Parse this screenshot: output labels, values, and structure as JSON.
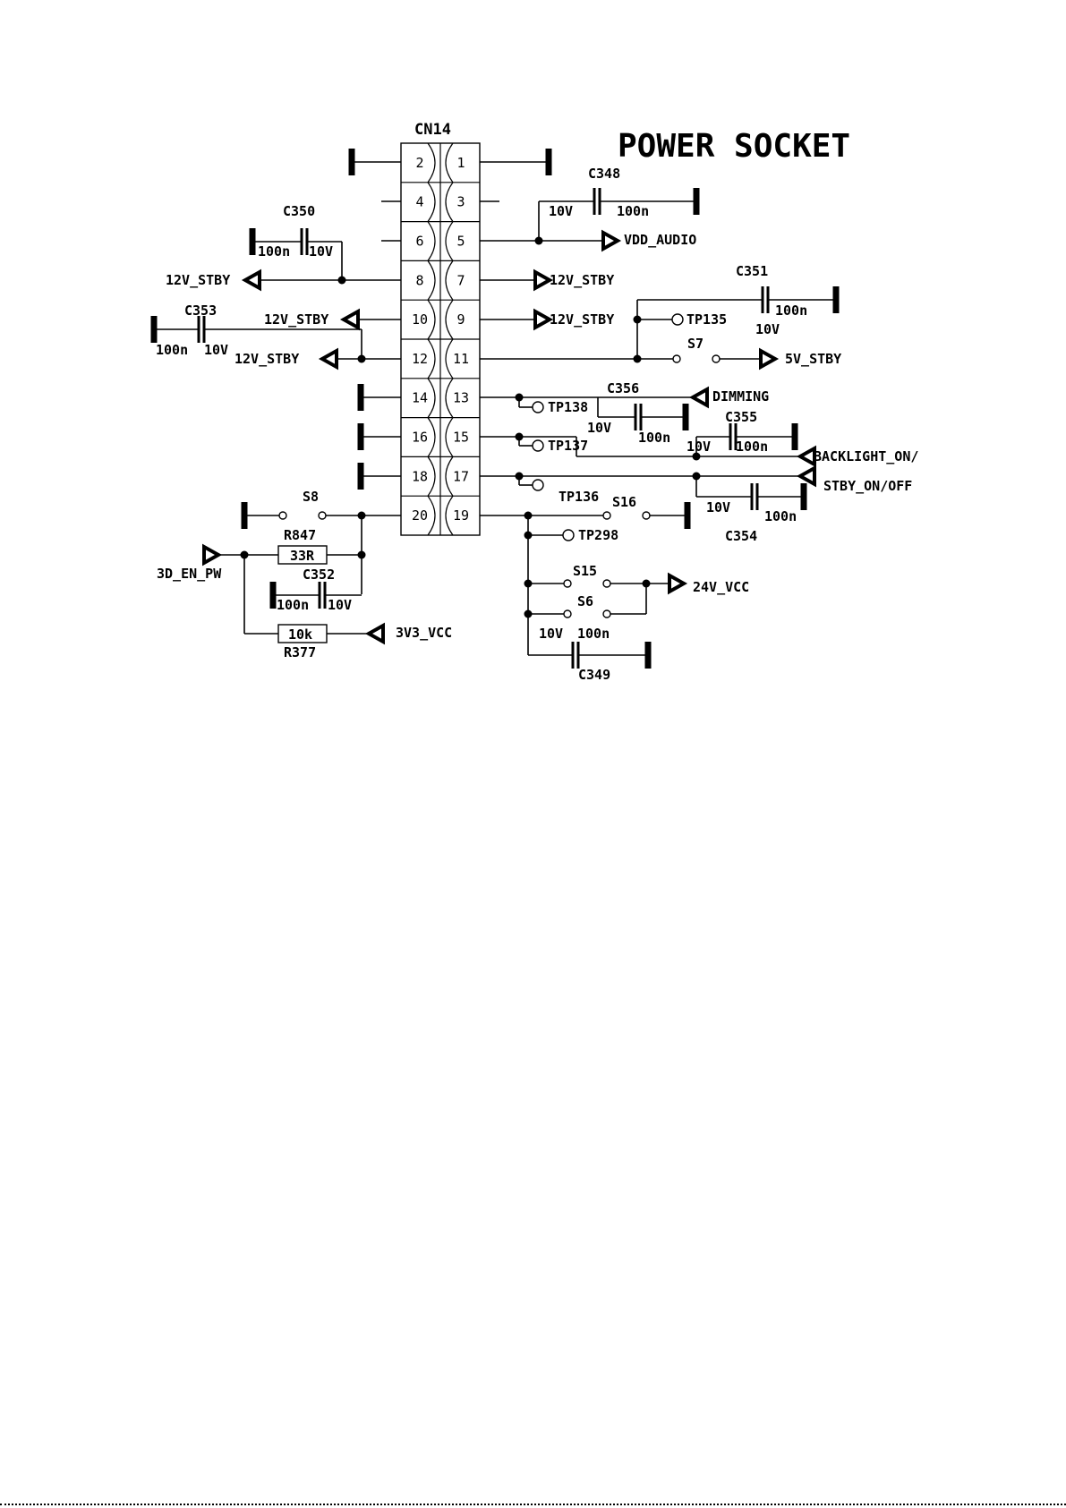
{
  "title": "POWER SOCKET",
  "connector": {
    "ref": "CN14",
    "pins_left": [
      "2",
      "4",
      "6",
      "8",
      "10",
      "12",
      "14",
      "16",
      "18",
      "20"
    ],
    "pins_right": [
      "1",
      "3",
      "5",
      "7",
      "9",
      "11",
      "13",
      "15",
      "17",
      "19"
    ]
  },
  "nets": {
    "vdd_audio": "VDD_AUDIO",
    "v12_stby": "12V_STBY",
    "v5_stby": "5V_STBY",
    "dimming": "DIMMING",
    "backlight": "BACKLIGHT_ON/",
    "stby_onoff": "STBY_ON/OFF",
    "v24_vcc": "24V_VCC",
    "en_3d": "3D_EN_PW",
    "v3v3_vcc": "3V3_VCC"
  },
  "caps": {
    "c348": {
      "ref": "C348",
      "voltage": "10V",
      "value": "100n"
    },
    "c350": {
      "ref": "C350",
      "voltage": "10V",
      "value": "100n"
    },
    "c351": {
      "ref": "C351",
      "voltage": "10V",
      "value": "100n"
    },
    "c353": {
      "ref": "C353",
      "voltage": "10V",
      "value": "100n"
    },
    "c356": {
      "ref": "C356",
      "voltage": "10V",
      "value": "100n"
    },
    "c355": {
      "ref": "C355",
      "voltage": "10V",
      "value": "100n"
    },
    "c354": {
      "ref": "C354",
      "voltage": "10V",
      "value": "100n"
    },
    "c352": {
      "ref": "C352",
      "voltage": "10V",
      "value": "100n"
    },
    "c349": {
      "ref": "C349",
      "voltage": "10V",
      "value": "100n"
    }
  },
  "resistors": {
    "r847": {
      "ref": "R847",
      "value": "33R"
    },
    "r377": {
      "ref": "R377",
      "value": "10k"
    }
  },
  "switches": {
    "s7": "S7",
    "s8": "S8",
    "s16": "S16",
    "s15": "S15",
    "s6": "S6"
  },
  "testpoints": {
    "tp135": "TP135",
    "tp138": "TP138",
    "tp137": "TP137",
    "tp136": "TP136",
    "tp298": "TP298"
  }
}
